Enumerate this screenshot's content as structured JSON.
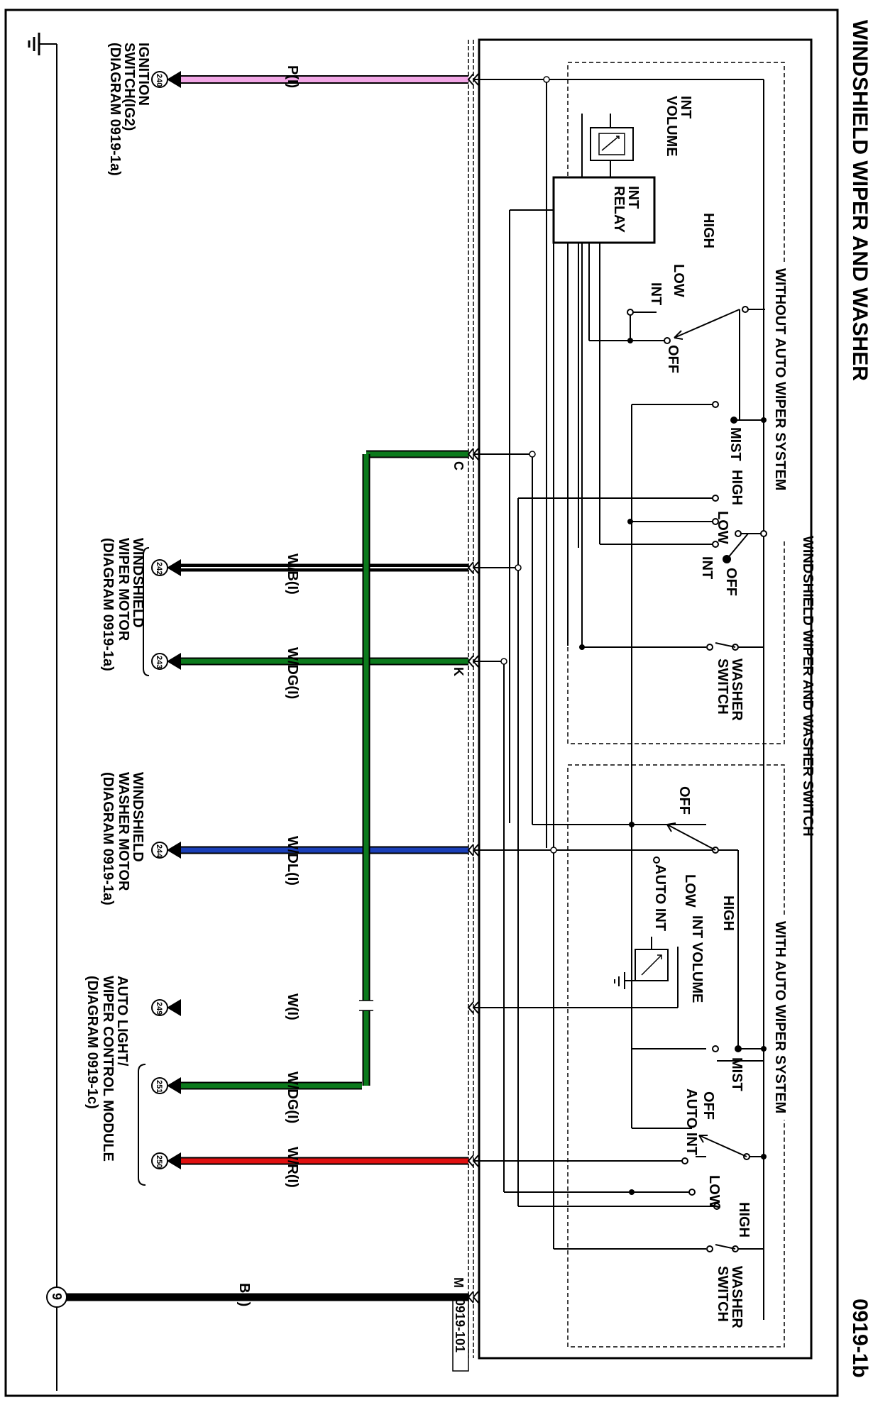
{
  "title": "WINDSHIELD WIPER AND WASHER",
  "page_code": "0919-1b",
  "connector_code": "0919-101",
  "switch_name": "WINDSHIELD WIPER AND WASHER SWITCH",
  "without_auto": "WITHOUT AUTO WIPER SYSTEM",
  "with_auto": "WITH AUTO WIPER SYSTEM",
  "int_volume": [
    "INT",
    "VOLUME"
  ],
  "int_relay": [
    "INT",
    "RELAY"
  ],
  "int_volume_auto": "INT VOLUME",
  "positions": {
    "high": "HIGH",
    "low": "LOW",
    "int": "INT",
    "off": "OFF",
    "mist": "MIST",
    "auto_int": "AUTO INT",
    "washer": [
      "WASHER",
      "SWITCH"
    ]
  },
  "pin_letters": {
    "c": "C",
    "k": "K",
    "m": "M"
  },
  "wires": [
    {
      "label": "P(I)",
      "color": "#f2a7e6",
      "conn": "240"
    },
    {
      "label": "W/B(I)",
      "color": "#000000",
      "conn": "242"
    },
    {
      "label": "W/DG(I)",
      "color": "#0b7a1c",
      "conn": "243"
    },
    {
      "label": "W/DL(I)",
      "color": "#1a3fb8",
      "conn": "244"
    },
    {
      "label": "W(I)",
      "color": "#000000",
      "conn": "249"
    },
    {
      "label": "W/DG(I)",
      "color": "#0b7a1c",
      "conn": "251"
    },
    {
      "label": "W/R(I)",
      "color": "#e01010",
      "conn": "250"
    },
    {
      "label": "B(I)",
      "color": "#000000",
      "conn": "9"
    }
  ],
  "destinations": {
    "ignition": [
      "IGNITION",
      "SWITCH(IG2)",
      "(DIAGRAM 0919-1a)"
    ],
    "wiper_motor": [
      "WINDSHIELD",
      "WIPER MOTOR",
      "(DIAGRAM 0919-1a)"
    ],
    "washer_motor": [
      "WINDSHIELD",
      "WASHER MOTOR",
      "(DIAGRAM 0919-1a)"
    ],
    "auto_module": [
      "AUTO LIGHT/",
      "WIPER CONTROL MODULE",
      "(DIAGRAM 0919-1c)"
    ]
  },
  "colors": {
    "line": "#000000",
    "pink": "#f2a7e6",
    "green": "#0b7a1c",
    "blue": "#1a3fb8",
    "red": "#e01010"
  }
}
